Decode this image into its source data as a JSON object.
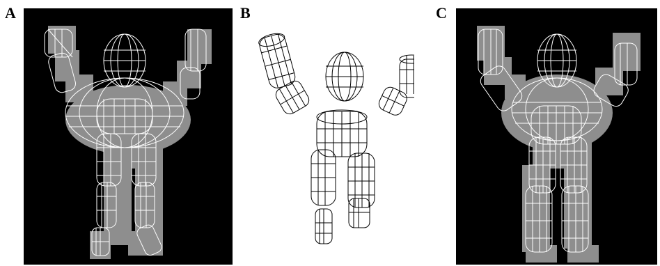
{
  "labels": {
    "a": "A",
    "b": "B",
    "c": "C"
  },
  "colors": {
    "background": "#000000",
    "silhouette": "#8a8a8a",
    "wireframe_light": "#ffffff",
    "wireframe_dark": "#000000"
  }
}
